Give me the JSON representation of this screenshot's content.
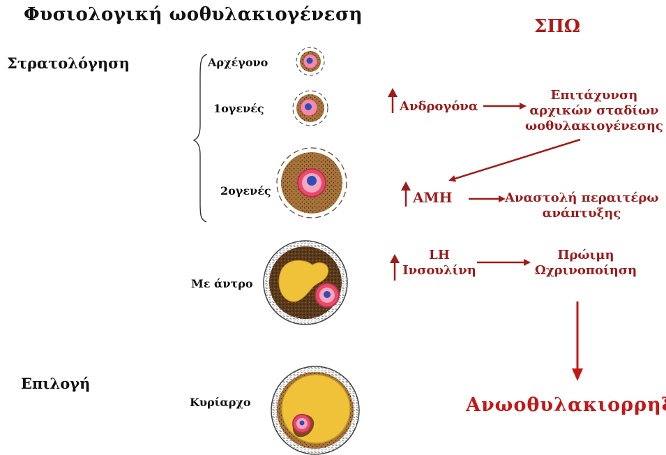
{
  "title": "Φυσιολογική ωοθυλακιογένεση",
  "spo_label": "ΣΠΩ",
  "stages": {
    "recruitment": "Στρατολόγηση",
    "selection": "Επιλογή"
  },
  "follicles": {
    "primordial": "Αρχέγονο",
    "primary": "1ογενές",
    "secondary": "2ογενές",
    "antral": "Με άντρο",
    "dominant": "Κυρίαρχο"
  },
  "pathway": {
    "androgens": "Ανδρογόνα",
    "acceleration_line1": "Επιτάχυνση",
    "acceleration_line2": "αρχικών σταδίων",
    "acceleration_line3": "ωοθυλακιογένεσης",
    "amh": "AMH",
    "inhibition_line1": "Αναστολή περαιτέρω",
    "inhibition_line2": "ανάπτυξης",
    "lh": "LH",
    "insulin": "Ινσουλίνη",
    "early_line1": "Πρώιμη",
    "early_line2": "Ωχρινοποίηση",
    "outcome": "Ανωοθυλακιορρηξία"
  },
  "colors": {
    "accent_red": "#9b1b1b",
    "outcome_red": "#c41717",
    "arrow_red": "#a11a1a",
    "follicle_brown": "#8a5a2b",
    "antrum_yellow": "#f0c23a",
    "oocyte_pink": "#f28aa8",
    "nucleus_blue": "#2a4fb8"
  }
}
